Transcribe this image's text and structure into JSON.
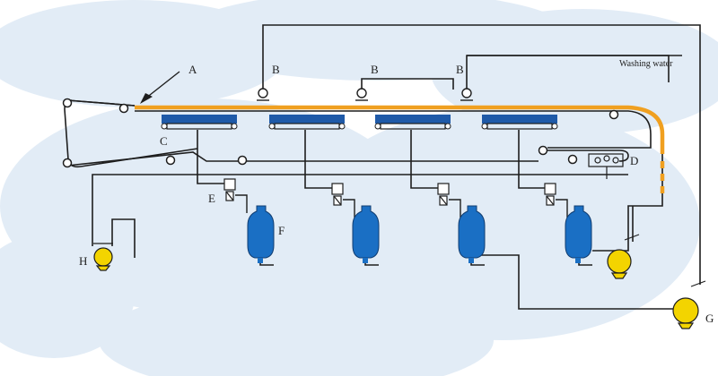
{
  "labels": {
    "A": "A",
    "B": "B",
    "C": "C",
    "D": "D",
    "E": "E",
    "F": "F",
    "G": "G",
    "H": "H"
  },
  "washing_water": "Washing water",
  "colors": {
    "background_cloud": "#dbe8f5",
    "line": "#1e1e1e",
    "felt_belt": "#f0a020",
    "vacuum_box": "#1f5aa8",
    "separator_tank": "#1a6fc4",
    "pump": "#f3d400"
  },
  "components": {
    "B": "spray-nozzle-icon",
    "D": "cleaning-device-icon",
    "E": "valve-icon",
    "F": "separator-tank-icon",
    "G": "pump-icon",
    "H": "pump-icon"
  }
}
